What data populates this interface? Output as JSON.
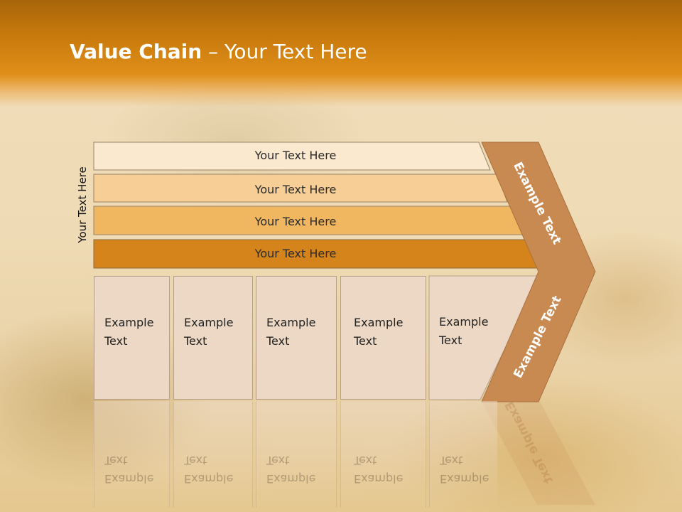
{
  "slide": {
    "title_bold": "Value Chain",
    "title_rest": " – Your Text Here",
    "vertical_label": "Your Text Here"
  },
  "bars": [
    {
      "label": "Your Text Here",
      "color": "#fae8cf"
    },
    {
      "label": "Your Text Here",
      "color": "#f6ce96"
    },
    {
      "label": "Your Text Here",
      "color": "#f0b660"
    },
    {
      "label": "Your Text Here",
      "color": "#d4841a"
    }
  ],
  "boxes": [
    {
      "line1": "Example",
      "line2": "Text"
    },
    {
      "line1": "Example",
      "line2": "Text"
    },
    {
      "line1": "Example",
      "line2": "Text"
    },
    {
      "line1": "Example",
      "line2": "Text"
    },
    {
      "line1": "Example",
      "line2": "Text"
    }
  ],
  "chevron": {
    "upper_label": "Example Text",
    "lower_label": "Example Text",
    "color": "#c98a52"
  }
}
